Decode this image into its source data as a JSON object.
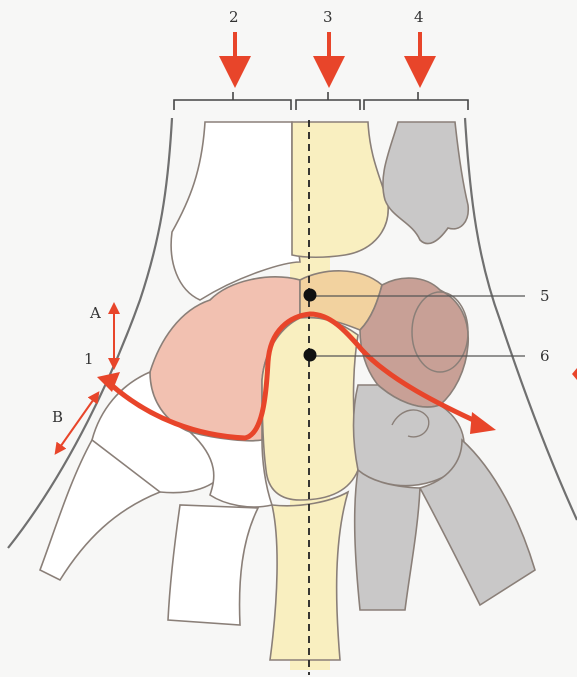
{
  "labels": {
    "col2": "2",
    "col3": "3",
    "col4": "4",
    "pt5": "5",
    "pt6": "6",
    "pt1": "1",
    "a": "A",
    "b": "B"
  },
  "colors": {
    "arrow": "#e8452a",
    "outline": "#8a7f78",
    "skin": "#707070",
    "axis_band": "#f9efc0",
    "bone_pink": "#f2c1b1",
    "bone_tan": "#f2d29f",
    "bone_brown": "#c8a096",
    "bone_gray": "#c9c8c8",
    "bone_white": "#ffffff",
    "pin": "#111111"
  },
  "icons": {
    "top_arrows": "down-arrow",
    "side_marks": "double-headed-arrow",
    "path": "curved-arrow"
  }
}
